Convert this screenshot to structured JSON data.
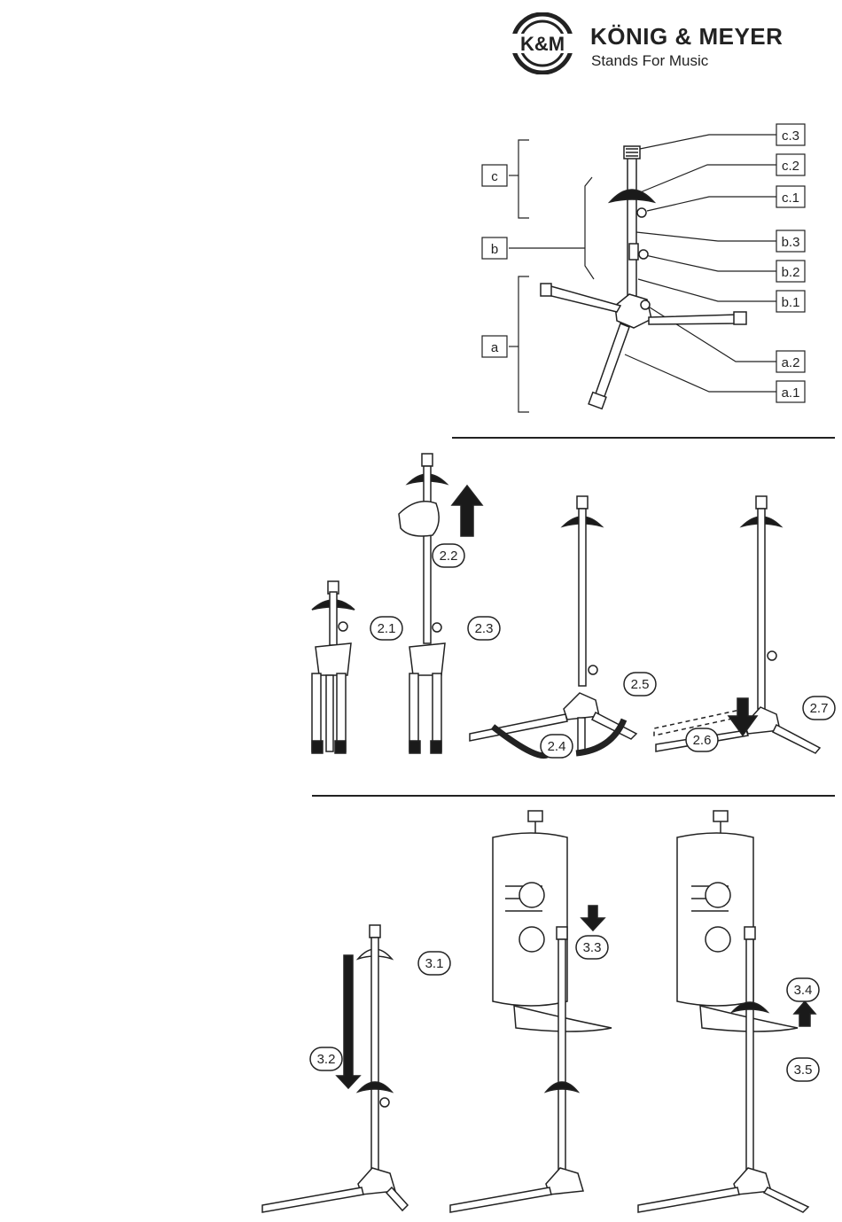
{
  "brand": {
    "logo_text": "K&M",
    "name": "KÖNIG & MEYER",
    "tagline": "Stands For Music"
  },
  "parts_diagram": {
    "group_labels": [
      "c",
      "b",
      "a"
    ],
    "part_labels": [
      "c.3",
      "c.2",
      "c.1",
      "b.3",
      "b.2",
      "b.1",
      "a.2",
      "a.1"
    ]
  },
  "assembly_steps": [
    "2.1",
    "2.2",
    "2.3",
    "2.4",
    "2.5",
    "2.6",
    "2.7"
  ],
  "usage_steps": [
    "3.1",
    "3.2",
    "3.3",
    "3.4",
    "3.5"
  ],
  "colors": {
    "line": "#222222",
    "fill_dark": "#1a1a1a",
    "fill_light": "#ffffff"
  }
}
